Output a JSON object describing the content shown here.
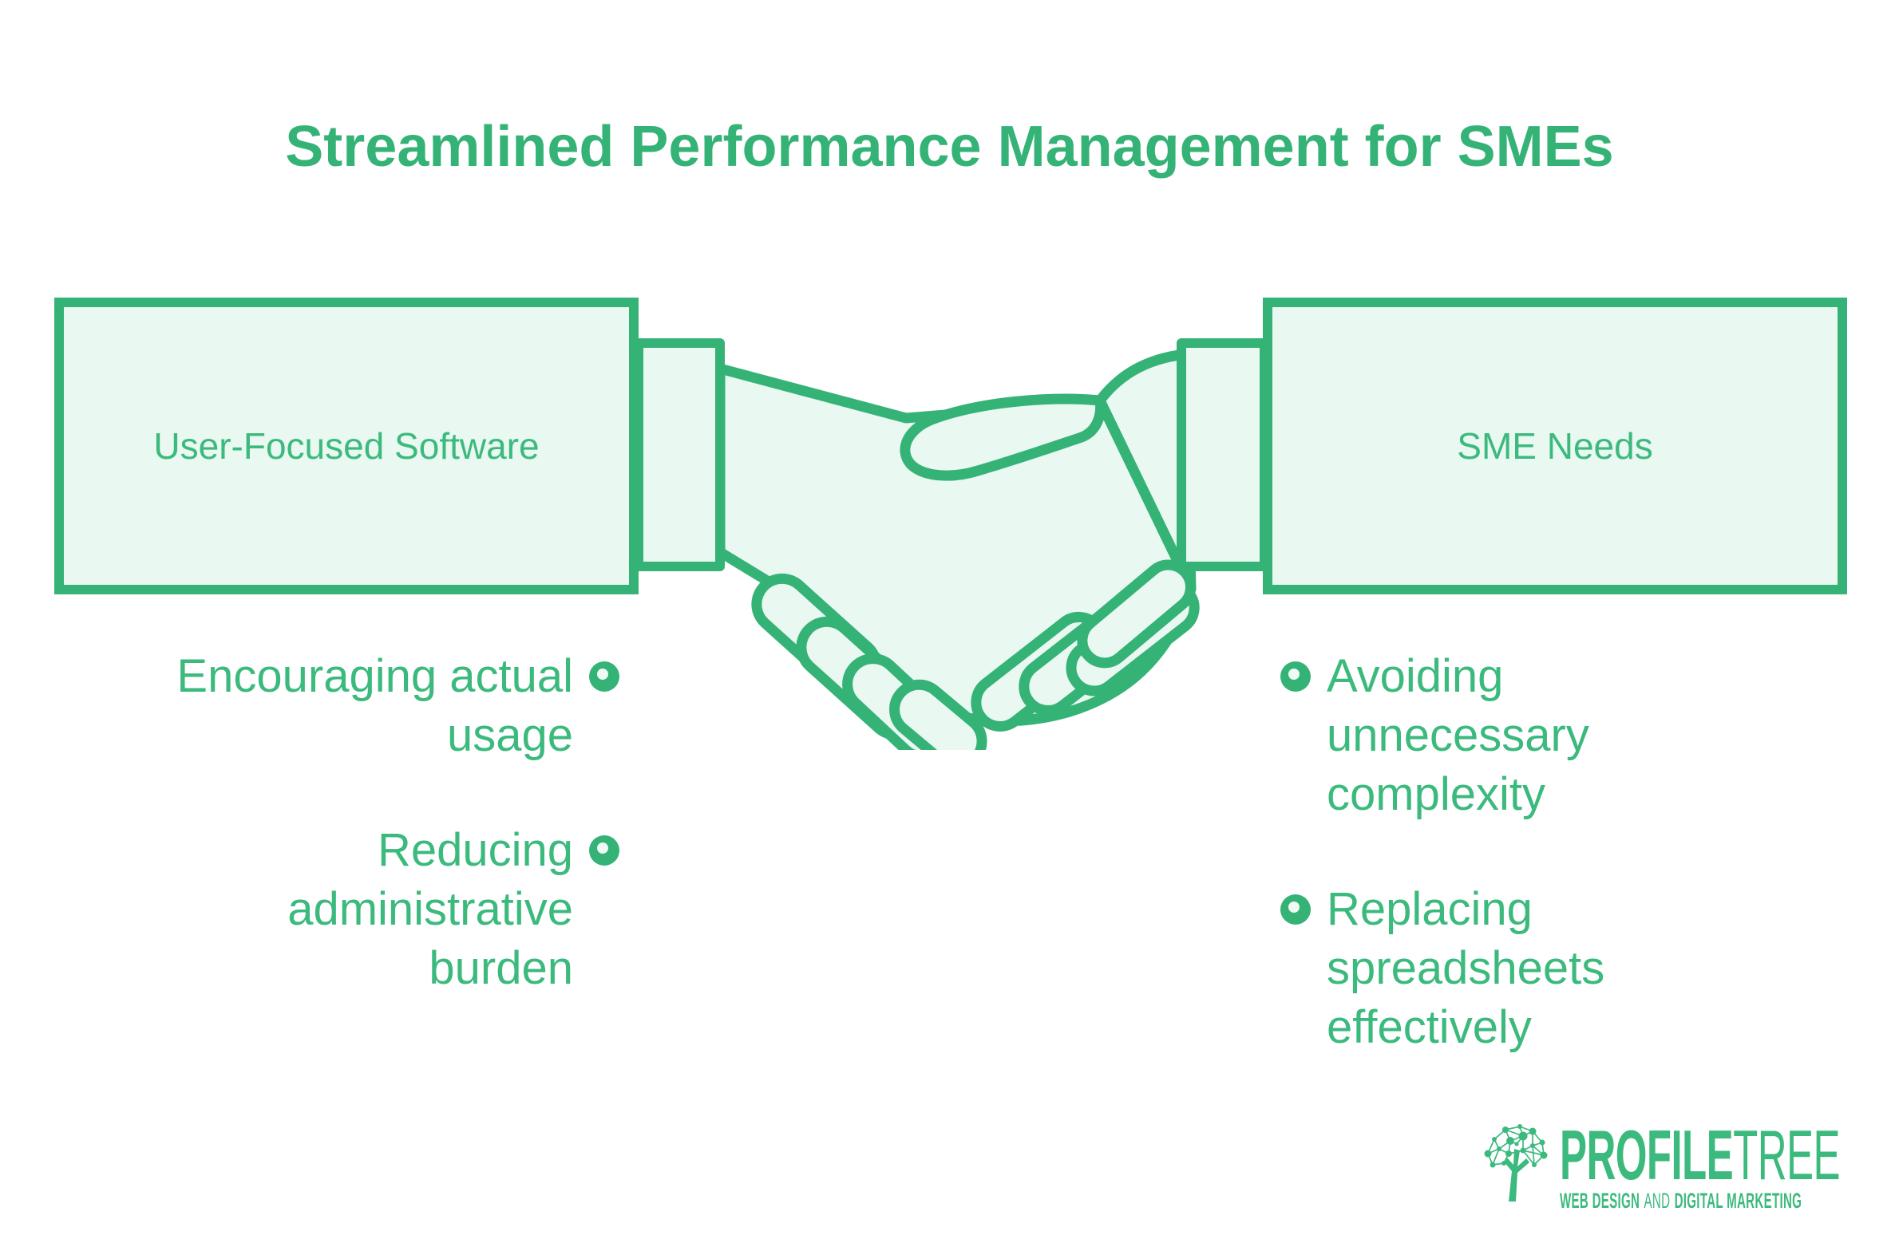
{
  "title": "Streamlined Performance Management for SMEs",
  "left_box": {
    "label": "User-Focused Software"
  },
  "right_box": {
    "label": "SME Needs"
  },
  "left_bullets": [
    {
      "text": "Encouraging actual\nusage"
    },
    {
      "text": "Reducing\nadministrative\nburden"
    }
  ],
  "right_bullets": [
    {
      "text": "Avoiding\nunnecessary\ncomplexity"
    },
    {
      "text": "Replacing\nspreadsheets\neffectively"
    }
  ],
  "logo": {
    "brand_bold": "PROFILE",
    "brand_light": "TREE",
    "tagline_lead": "WEB DESIGN",
    "tagline_mid": "AND",
    "tagline_tail": "DIGITAL MARKETING"
  },
  "icons": {
    "center": "handshake-icon",
    "logo": "network-tree-icon",
    "bullet": "donut-bullet-icon"
  },
  "colors": {
    "green": "#3cba7e",
    "green_deep": "#35b377",
    "light_fill": "#e9f8f1",
    "marker_inner": "#edfbf4",
    "background": "#ffffff"
  }
}
